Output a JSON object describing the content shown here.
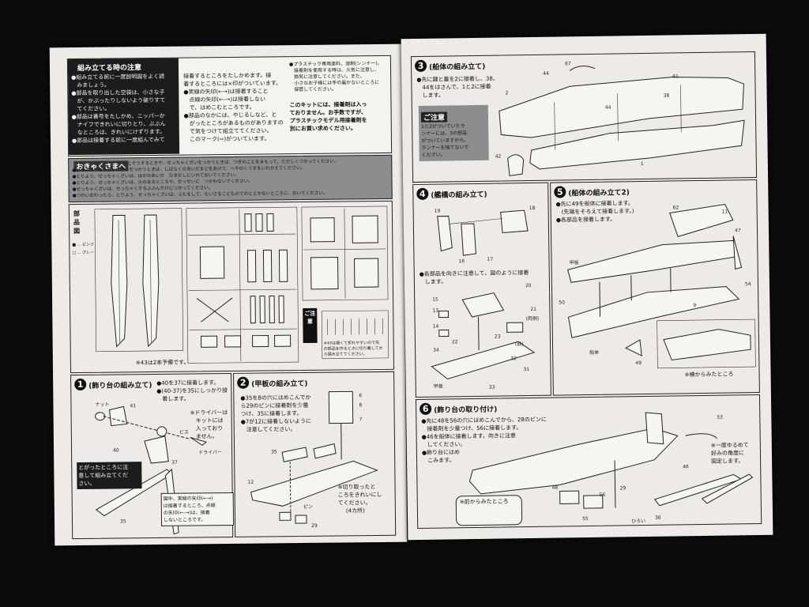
{
  "left": {
    "caution_header": {
      "title": "組み立てる時の注意",
      "col1": [
        "●組み立てる前に一度説明図をよく読",
        "　みましょう。",
        "●部品を取り出した空袋は、小さな子",
        "　が、かぶったりしないよう破りすて",
        "　てください。",
        "●部品は番号をたしかめ、ニッパーか",
        "　ナイフできれいに切りとり、ぶぶん",
        "　なところは、きれいにけずります。",
        "●部品は接着する前に一度組んでみて"
      ],
      "col2": [
        "接着するところをたしかめます。接",
        "着するところには×印がついています。",
        "●実線の矢印(←→)は接着すること",
        "　点線の矢印(←-→)は接着しない",
        "　で、はめこむところです。",
        "●部品のなかには、やじるしなど、と",
        "　がったところがあるものがありますの",
        "　で気をつけて組立ててください。",
        "　このマーク(⇨)がついています。"
      ],
      "col3_top": [
        "●プラスチック専用塗料、溶剤(シンナー)、",
        "　接着剤を使用する時は、火気に注意し、",
        "　換気に注意してください。また、",
        "　小さなお子様には手の届かないところに",
        "　保管してください。"
      ],
      "col3_note": [
        "このキットには、接着剤は入っ",
        "ておりません。お手数ですが、",
        "プラスチックモデル用接着剤を",
        "別にお買い求めください。"
      ]
    },
    "caution_strip": {
      "title": "おきゃくさまへ",
      "lines": [
        "とそうするときや、せっちゃくざいをつかうときは、つぎのことをまもって、ただしくつかってください。",
        "●とりよう、せっちゃくざいをつかうときは、しばらくのあいだまどをあけて、へやのくうきをいれかえてください。",
        "●とりよう、せっちゃくざいは、ほかのあいだ　ひきだしにいれておいてください。",
        "●とりよう、せっちゃくざいは、火のあるところや、せっせいに　つかわないでください。",
        "●せっちゃくざいは、せっちゃくするぶぶんだけにつかってください。",
        "●つかいおわったら、とりよう、せっちゃくざいは、ふたをして、ちいさなこどものてのとどかないところに、おいてください。"
      ]
    },
    "parts": {
      "side_label": "部品図",
      "legend": [
        "■ ... ピンク",
        "□ ... グレー"
      ],
      "note_title": "ご注意",
      "note": [
        "※43は細くて折れやすいので先",
        "の部品を作るときに切り離してか",
        "ら組み立ててください。"
      ],
      "footnote": "※43は2本予備です。"
    },
    "step1": {
      "num": "1",
      "title": "(飾り台の組み立て)",
      "notes": [
        "●40を37に接着します。",
        "●(40-37)を35にしっかり接",
        "　着します。"
      ],
      "driver_note": [
        "※ドライバーは",
        "　キットには",
        "　入っており",
        "　ません。"
      ],
      "labels": {
        "nut": "ナット",
        "screw": "ビス",
        "driver": "ドライバー",
        "p41": "41",
        "p40": "40",
        "p37": "37",
        "p35": "35"
      },
      "warn": [
        "とがったところに注",
        "意して組み立てくだ",
        "さい。"
      ],
      "arrow_note": [
        "図中、実線の矢印(←→)",
        "は接着するところ、点線",
        "の矢印(←-→)は、接着",
        "しないところです。"
      ]
    },
    "step2": {
      "num": "2",
      "title": "(甲板の組み立て)",
      "notes": [
        "●35を8の穴にはめこんでか",
        "ら29のピンに接着剤を少量",
        "つけ、35に接着します。",
        "●7が12に接着しないように",
        "　注意してください。"
      ],
      "cut_note": [
        "※切り取ったと",
        "ころをきれいにし",
        "てください。",
        "(4カ所)"
      ],
      "labels": {
        "p6": "6",
        "p8": "8",
        "p7": "7",
        "p35": "35",
        "p12": "12",
        "p29": "29",
        "pin": "ピン"
      }
    }
  },
  "right": {
    "step3": {
      "num": "3",
      "title": "(船体の組み立て)",
      "notes": [
        "●先に鍵と蓋を2に接着し、38、",
        "　44をはさんで、1と2に接着",
        "　します。"
      ],
      "note_title": "ご注意",
      "note": [
        "1と2がついていたラ",
        "ンナーには、3の部品",
        "がついていますから、",
        "ランナーを捨てないで",
        "ください。"
      ],
      "labels": {
        "p67": "67",
        "p44": "44",
        "p2": "2",
        "p61": "61",
        "p38": "38",
        "p42": "42",
        "p1": "1",
        "p44b": "44"
      }
    },
    "step4": {
      "num": "4",
      "title": "(艦橋の組み立て)",
      "notes": [
        "●各部品を向きに注意して、図のように接着",
        "　します。"
      ],
      "labels": {
        "p19": "19",
        "p18": "18",
        "p16": "16",
        "p17": "17",
        "p20": "20",
        "p15": "15",
        "p13": "13",
        "p14": "14",
        "p21": "21",
        "both": "(両側)",
        "p22": "22",
        "p34": "34",
        "p23": "23",
        "p32": "32",
        "p33": "33",
        "p31": "31",
        "front": "(前)",
        "deck": "甲板"
      }
    },
    "step5": {
      "num": "5",
      "title": "(船体の組み立て2)",
      "notes": [
        "●先に49を船体に接着します。",
        "　(先端をそろえて接着します。)",
        "●各部品を接着します。"
      ],
      "labels": {
        "p62": "62",
        "p11": "11",
        "p47": "47",
        "deck": "甲板",
        "p50": "50",
        "p9": "9",
        "p54": "54",
        "p49": "49",
        "hull": "船体"
      },
      "inset": "※横からみたところ"
    },
    "step6": {
      "num": "6",
      "title": "(飾り台の取り付け)",
      "notes": [
        "●先に48を56の穴にはめこんでから、28のピンに",
        "　接着剤を少量つけ、56に接着します。",
        "●46を船体に接着します。向きに注意",
        "　してください。",
        "●飾り台にはめ",
        "　こみます。"
      ],
      "angle_note": [
        "※一度ゆるめて",
        "好みの角度に",
        "固定します。"
      ],
      "front_view": "※前からみたところ",
      "labels": {
        "p53": "53",
        "p48": "48",
        "p56": "56",
        "p29": "29",
        "p46": "46",
        "p55": "55",
        "p36": "36",
        "hiroi": "ひろい"
      }
    }
  }
}
